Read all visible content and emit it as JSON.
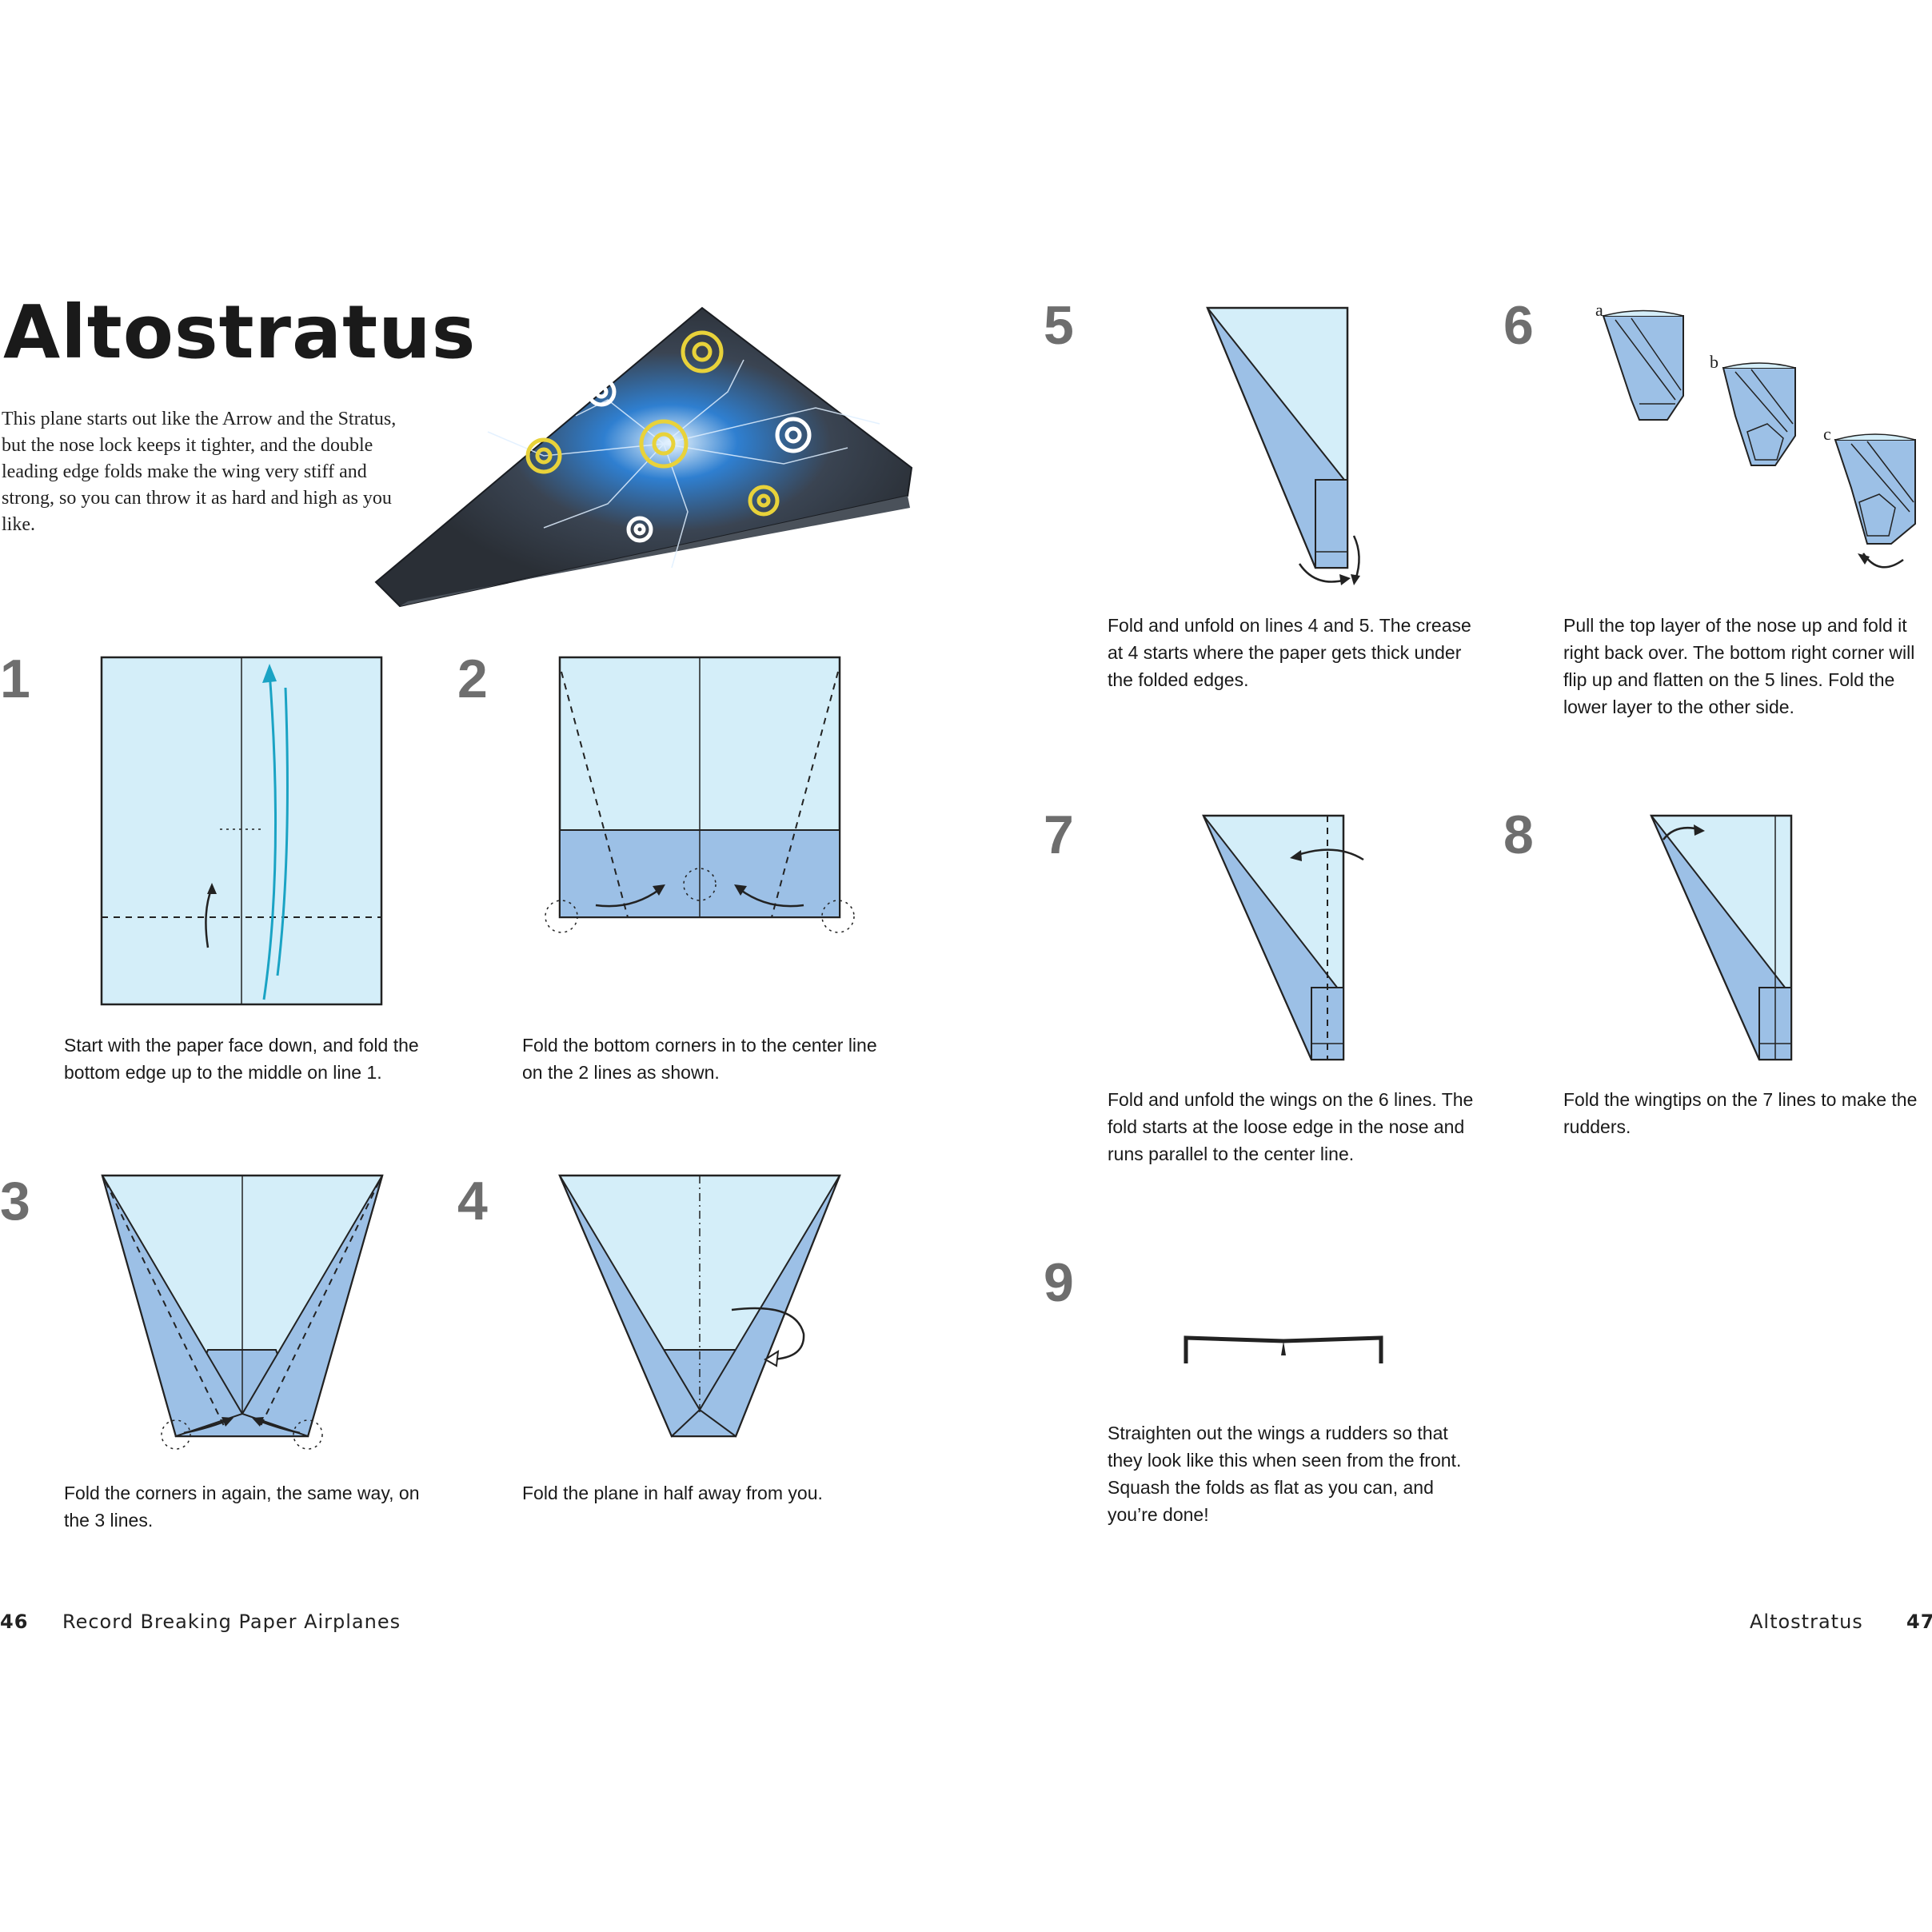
{
  "title": "Altostratus",
  "intro": "This plane starts out like the Arrow and the Stratus, but the nose lock keeps it tighter, and the double leading edge folds make the wing very stiff and strong, so you can throw it as hard and high as you like.",
  "steps": [
    {
      "num": "1",
      "caption": "Start with the paper face down, and fold the bottom edge up to the middle on line 1."
    },
    {
      "num": "2",
      "caption": "Fold the bottom corners in to the center line on the 2 lines as shown."
    },
    {
      "num": "3",
      "caption": "Fold the corners in again, the same way, on the 3 lines."
    },
    {
      "num": "4",
      "caption": "Fold the plane in half away from you."
    },
    {
      "num": "5",
      "caption": "Fold and unfold on lines 4 and 5. The crease at 4 starts where the paper gets thick under the folded edges."
    },
    {
      "num": "6",
      "caption": "Pull the top layer of the nose up and fold it right back over. The bottom right corner will flip up and flatten on the 5 lines. Fold the lower layer to the other side."
    },
    {
      "num": "7",
      "caption": "Fold and unfold the wings on the 6 lines. The fold starts at the loose edge in the nose and runs parallel to the center line."
    },
    {
      "num": "8",
      "caption": "Fold the wingtips on the 7 lines to make the rudders."
    },
    {
      "num": "9",
      "caption": "Straighten out the wings a rudders so that they look like this when seen from the front. Squash the folds as flat as you can, and you’re done!"
    }
  ],
  "substeps": [
    "a",
    "b",
    "c"
  ],
  "footer": {
    "left_page": "46",
    "left_title": "Record Breaking Paper Airplanes",
    "right_title": "Altostratus",
    "right_page": "47"
  },
  "colors": {
    "paper_light": "#d4eef9",
    "paper_fold": "#9cc0e6",
    "step_number": "#6e6e6e",
    "arrow_teal": "#1aa3c4"
  },
  "icons": [
    "paper-plane-photo",
    "fold-arrow-icon"
  ]
}
